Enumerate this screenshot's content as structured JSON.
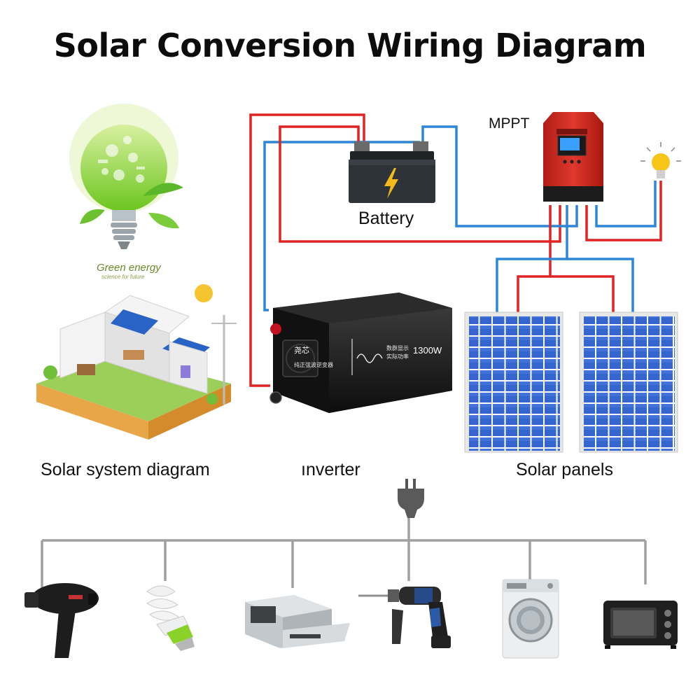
{
  "title": "Solar Conversion Wiring Diagram",
  "labels": {
    "mppt": "MPPT",
    "battery": "Battery",
    "solar_system_diagram": "Solar system diagram",
    "inverter": "ınverter",
    "solar_panels": "Solar panels"
  },
  "green_energy": {
    "title": "Green energy",
    "subtitle": "science for future"
  },
  "inverter_device": {
    "brand": "尧芯",
    "model_line": "纯正弦波逆变器",
    "display_line1": "数群显示",
    "display_line2": "实际功率",
    "power": "1300W"
  },
  "appliances": [
    "hair-dryer",
    "cfl-bulb",
    "printer",
    "power-drill",
    "washing-machine",
    "toaster-oven"
  ],
  "colors": {
    "positive_wire": "#e02424",
    "negative_wire": "#2f86d6",
    "ac_bus": "#9a9a9a",
    "mppt_body": "#d42a22",
    "panel_cell": "#2f62c8",
    "battery_body": "#2d3338"
  }
}
